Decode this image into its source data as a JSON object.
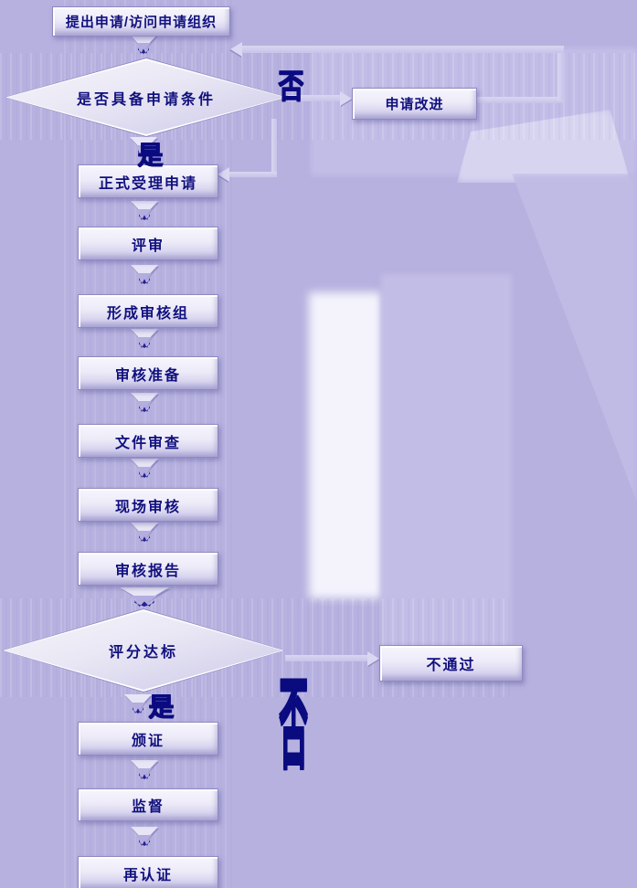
{
  "palette": {
    "background": "#b6b1df",
    "box_fill_top": "#f7f6fd",
    "box_fill_bottom": "#c3bfe6",
    "box_border": "#8f89c2",
    "text_navy": "#10107e",
    "branch_label_navy": "#0b0b80",
    "connector": "#d0cdee"
  },
  "icons": {
    "down_arrow": "triangle-down",
    "right_arrowhead": "triangle-right",
    "left_arrowhead": "triangle-left"
  },
  "flow": {
    "start": "提出申请/访问申请组织",
    "decision1": {
      "label": "是否具备申请条件",
      "yes": "是",
      "no": "否"
    },
    "improve": "申请改进",
    "steps": [
      "正式受理申请",
      "评审",
      "形成审核组",
      "审核准备",
      "文件审查",
      "现场审核",
      "审核报告"
    ],
    "decision2": {
      "label": "评分达标",
      "yes": "是",
      "no": "否"
    },
    "fail": "不通过",
    "post_steps": [
      "颁证",
      "监督",
      "再认证"
    ]
  }
}
